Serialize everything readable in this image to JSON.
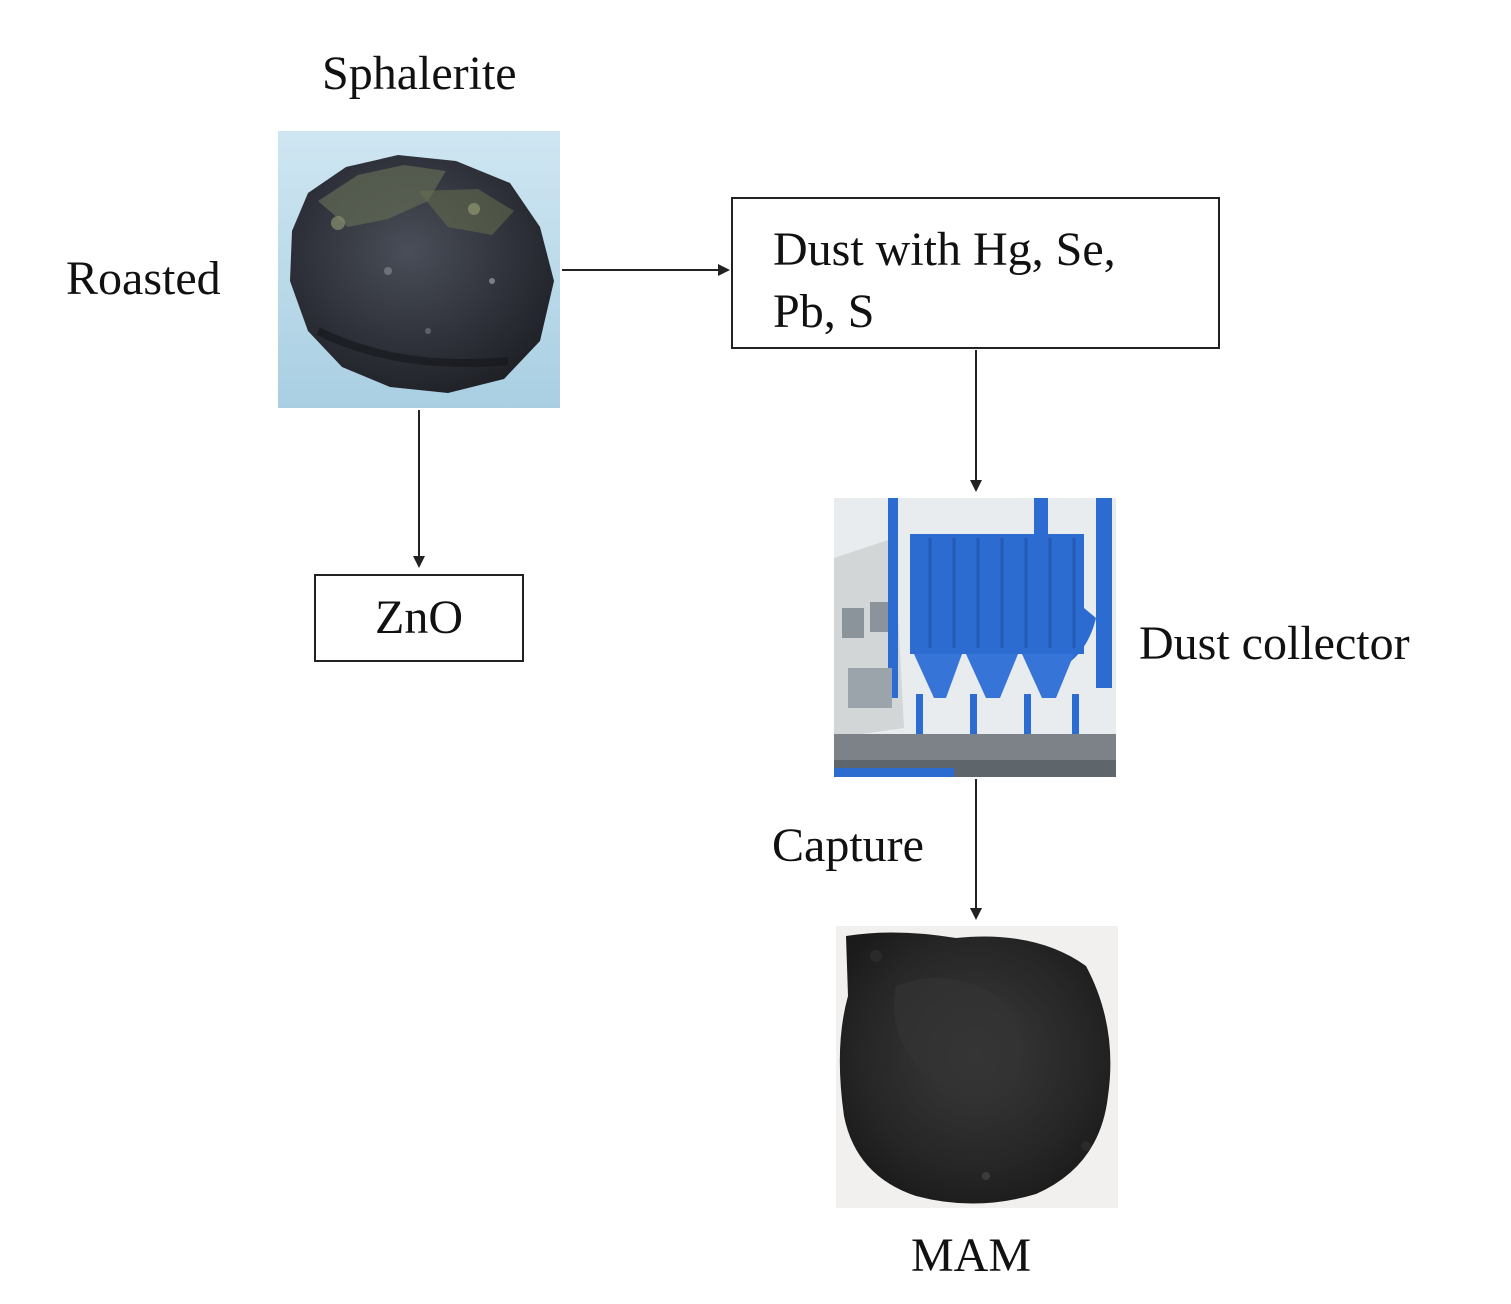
{
  "diagram": {
    "labels": {
      "sphalerite": "Sphalerite",
      "roasted": "Roasted",
      "dust_collector": "Dust collector",
      "capture": "Capture",
      "mam": "MAM"
    },
    "boxes": {
      "dust_line1": "Dust with Hg, Se,",
      "dust_line2": "Pb, S",
      "zno": "ZnO"
    },
    "photos": {
      "sphalerite": "sphalerite-rock-photo",
      "collector": "dust-collector-photo",
      "mam": "mam-powder-photo"
    },
    "colors": {
      "rock_background": "#bcdcec",
      "collector_blue": "#2c6cd0",
      "powder": "#262626",
      "arrow": "#222222"
    }
  }
}
